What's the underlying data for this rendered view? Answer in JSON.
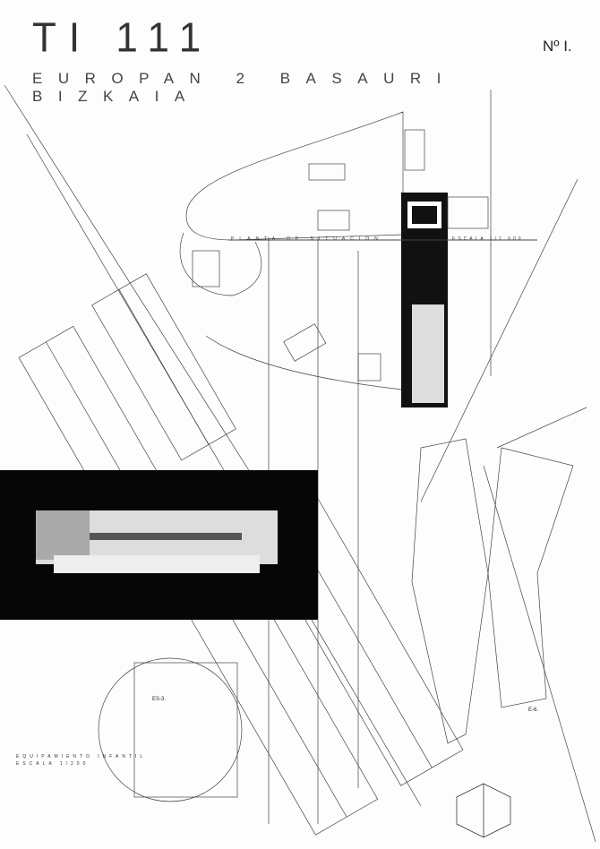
{
  "header": {
    "title": "TI 111",
    "sheet_number": "Nº I.",
    "subtitle": "EUROPAN 2 BASAURI BIZKAIA"
  },
  "site_plan": {
    "label": "PLANTA DE SITUACION",
    "scale": "ESCALA 1/1.000"
  },
  "childcare": {
    "label": "EQUIPAMIENTO INFANTIL",
    "scale": "ESCALA 1/200",
    "tag": "ES-3."
  },
  "block_tag": "E-6.",
  "model_photo": {}
}
